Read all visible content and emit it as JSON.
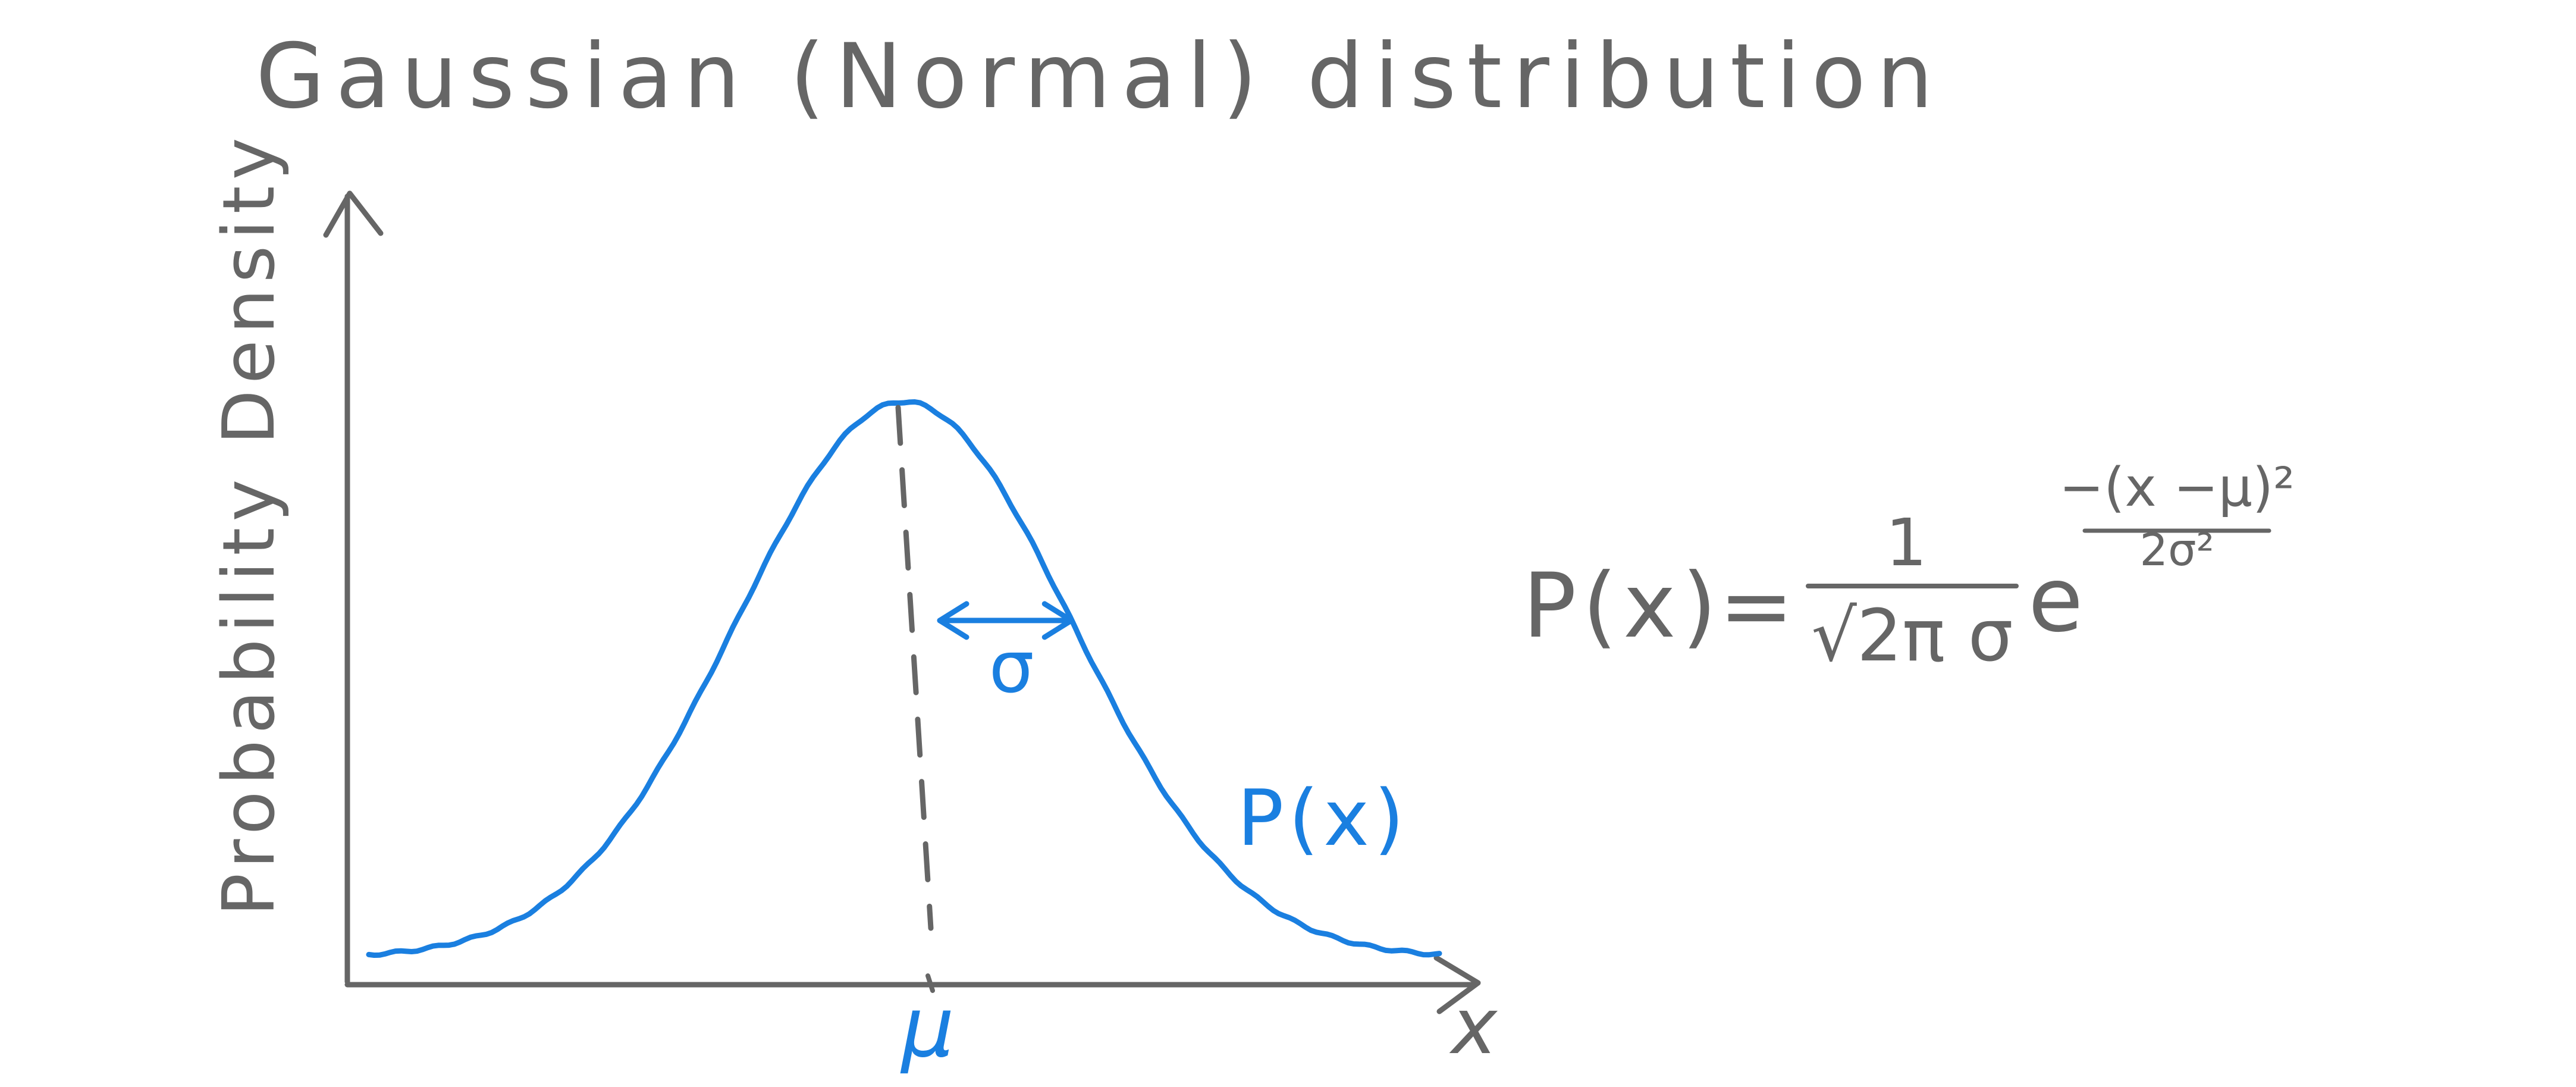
{
  "title": "Gaussian (Normal) distribution",
  "y_axis_label": "Probability Density",
  "x_axis_label": "x",
  "mean_label": "μ",
  "sigma_label": "σ",
  "curve_label": "P(x)",
  "formula": {
    "lhs": "P(x)",
    "equals": "=",
    "numerator": "1",
    "denominator": "√2π σ",
    "base": "e",
    "exp_numerator": "−(x −μ)²",
    "exp_denominator": "2σ²"
  },
  "colors": {
    "ink": "#666666",
    "accent": "#1a7fe0"
  },
  "chart_data": {
    "type": "line",
    "title": "Gaussian (Normal) distribution",
    "xlabel": "x",
    "ylabel": "Probability Density",
    "series": [
      {
        "name": "P(x)",
        "function": "gaussian",
        "mean": 0,
        "std": 1,
        "x_range": [
          -3.2,
          3.2
        ]
      }
    ],
    "grid": false
  }
}
